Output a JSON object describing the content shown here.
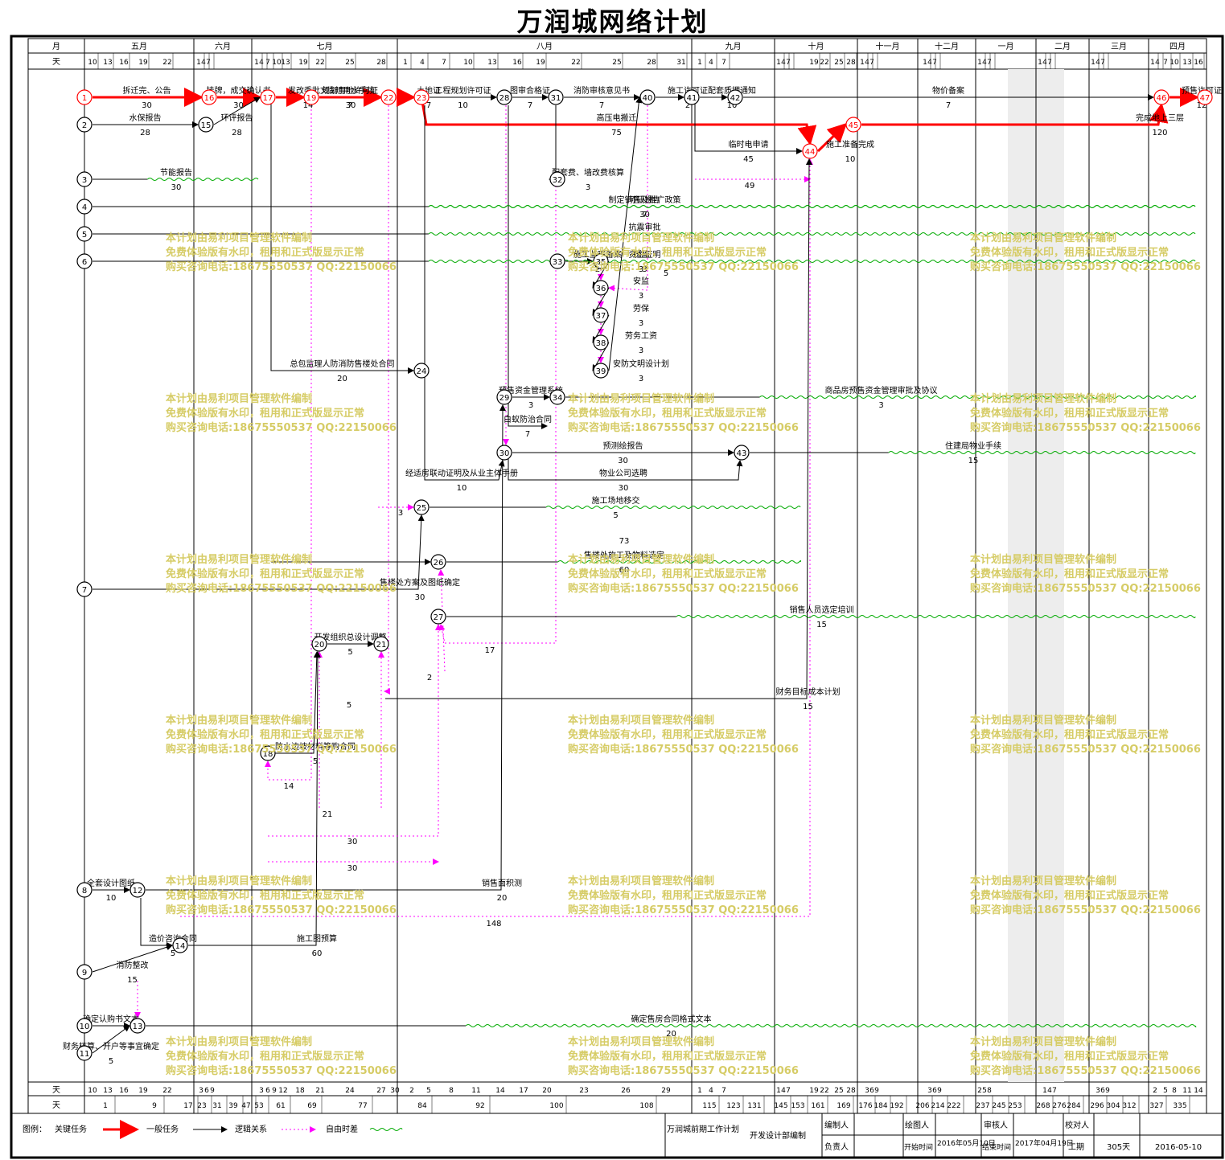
{
  "title": "万润城网络计划",
  "header": {
    "row1_label": "月",
    "row2_label": "天",
    "months": [
      "五月",
      "六月",
      "七月",
      "八月",
      "九月",
      "十月",
      "十一月",
      "十二月",
      "一月",
      "二月",
      "三月",
      "四月"
    ],
    "top_days": [
      "10",
      "13",
      "16",
      "19",
      "22",
      "1",
      "4",
      "7",
      "1",
      "4",
      "7",
      "10",
      "13",
      "19",
      "22",
      "25",
      "28",
      "1",
      "4",
      "7",
      "10",
      "13",
      "16",
      "19",
      "22",
      "25",
      "28",
      "31",
      "1",
      "4",
      "7",
      "1",
      "4",
      "7",
      "19",
      "22",
      "25",
      "28",
      "1",
      "4",
      "7",
      "1",
      "4",
      "7",
      "1",
      "4",
      "7",
      "1",
      "4",
      "7",
      "1",
      "4",
      "7",
      "1",
      "4",
      "7",
      "10",
      "13",
      "16"
    ],
    "bottom_days1": [
      "10",
      "13",
      "16",
      "19",
      "22",
      "3",
      "6",
      "9",
      "3",
      "6",
      "9",
      "12",
      "18",
      "21",
      "24",
      "27",
      "30",
      "2",
      "5",
      "8",
      "11",
      "14",
      "17",
      "20",
      "23",
      "26",
      "29",
      "1",
      "4",
      "7",
      "1",
      "4",
      "7",
      "19",
      "22",
      "25",
      "28",
      "3",
      "6",
      "9",
      "3",
      "6",
      "9",
      "2",
      "5",
      "8",
      "1",
      "4",
      "7",
      "3",
      "6",
      "9",
      "2",
      "5",
      "8",
      "11",
      "14",
      "17"
    ],
    "bottom_days2": [
      "1",
      "9",
      "17",
      "23",
      "31",
      "39",
      "47",
      "53",
      "61",
      "69",
      "77",
      "84",
      "92",
      "100",
      "108",
      "115",
      "123",
      "131",
      "145",
      "153",
      "161",
      "169",
      "176",
      "184",
      "192",
      "206",
      "214",
      "222",
      "237",
      "245",
      "253",
      "268",
      "276",
      "284",
      "296",
      "304",
      "312",
      "327",
      "335"
    ]
  },
  "chart_data": {
    "type": "network",
    "title": "万润城网络计划",
    "tasks": [
      {
        "from": "1",
        "to": "16",
        "name": "拆迁完、公告",
        "duration": "30",
        "critical": true
      },
      {
        "from": "16",
        "to": "17",
        "name": "挂牌，成交确认书",
        "duration": "30",
        "critical": true
      },
      {
        "from": "17",
        "to": "19",
        "name": "发改委批文",
        "duration": "14",
        "critical": true
      },
      {
        "from": "19",
        "to": "22",
        "name": "规划用地许可证",
        "duration": "7",
        "critical": true
      },
      {
        "from": "22",
        "to": "23",
        "name": "土地证",
        "duration": "7",
        "critical": true
      },
      {
        "from": "23",
        "to": "28",
        "name": "工程规划许可证",
        "duration": "10",
        "critical": false
      },
      {
        "from": "28",
        "to": "31",
        "name": "图审合格证",
        "duration": "7",
        "critical": false
      },
      {
        "from": "31",
        "to": "40",
        "name": "消防审核意见书",
        "duration": "7",
        "critical": false
      },
      {
        "from": "40",
        "to": "41",
        "name": "施工许可证",
        "duration": "2",
        "critical": false
      },
      {
        "from": "41",
        "to": "42",
        "name": "配套质押通知",
        "duration": "10",
        "critical": false
      },
      {
        "from": "42",
        "to": "46",
        "name": "物价备案",
        "duration": "7",
        "critical": false
      },
      {
        "from": "46",
        "to": "47",
        "name": "预售许可证",
        "duration": "12",
        "critical": true
      },
      {
        "from": "23",
        "to": "44",
        "name": "高压电搬迁",
        "duration": "75",
        "critical": true
      },
      {
        "from": "44",
        "to": "45",
        "name": "施工准备完成",
        "duration": "10",
        "critical": true
      },
      {
        "from": "45",
        "to": "46",
        "name": "完成地上三层",
        "duration": "120",
        "critical": true
      },
      {
        "from": "41",
        "to": "44",
        "name": "临时电申请",
        "duration": "45",
        "critical": false
      },
      {
        "from": "2",
        "to": "15",
        "name": "水保报告",
        "duration": "28",
        "critical": false
      },
      {
        "from": "15",
        "to": "17",
        "name": "环评报告",
        "duration": "28",
        "critical": false
      },
      {
        "from": "3",
        "to": "17",
        "name": "节能报告",
        "duration": "30",
        "critical": false
      },
      {
        "from": "4",
        "to": "47",
        "name": "制定销售及推广政策",
        "duration": "30",
        "critical": false
      },
      {
        "from": "31",
        "to": "32",
        "name": "配套费、墙改费核算",
        "duration": "3",
        "critical": false
      },
      {
        "from": "33",
        "to": "35",
        "name": "施工监理备案",
        "duration": "2",
        "critical": false
      },
      {
        "from": "35",
        "to": "36",
        "name": "质监",
        "duration": "3",
        "critical": false
      },
      {
        "from": "36",
        "to": "37",
        "name": "安监",
        "duration": "3",
        "critical": false
      },
      {
        "from": "37",
        "to": "38",
        "name": "劳保",
        "duration": "3",
        "critical": false
      },
      {
        "from": "38",
        "to": "39",
        "name": "劳务工资",
        "duration": "3",
        "critical": false
      },
      {
        "from": "39",
        "to": "40",
        "name": "安防文明设计划",
        "duration": "3",
        "critical": false
      },
      {
        "from": "17",
        "to": "24",
        "name": "总包监理人防消防售楼处合同",
        "duration": "20",
        "critical": false
      },
      {
        "from": "29",
        "to": "34",
        "name": "预售资金管理系统",
        "duration": "3",
        "critical": false
      },
      {
        "from": "34",
        "to": "47",
        "name": "商品房预售资金管理审批及协议",
        "duration": "3",
        "critical": false
      },
      {
        "from": "28",
        "to": "30",
        "name": "白蚁防治合同",
        "duration": "7",
        "critical": false
      },
      {
        "from": "30",
        "to": "43",
        "name": "预测绘报告",
        "duration": "30",
        "critical": false
      },
      {
        "from": "30",
        "to": "43",
        "name": "物业公司选聘",
        "duration": "30",
        "critical": false
      },
      {
        "from": "43",
        "to": "47",
        "name": "住建局物业手续",
        "duration": "15",
        "critical": false
      },
      {
        "from": "23",
        "to": "30",
        "name": "经适房联动证明及从业主体手册",
        "duration": "10",
        "critical": false
      },
      {
        "from": "25",
        "to": "44",
        "name": "施工场地移交",
        "duration": "5",
        "critical": false
      },
      {
        "from": "17",
        "to": "26",
        "name": "临时用水手续",
        "duration": "30",
        "critical": false
      },
      {
        "from": "26",
        "to": "44",
        "name": "售楼处施工及物料选定",
        "duration": "60",
        "critical": false
      },
      {
        "from": "7",
        "to": "26",
        "name": "售楼处方案及图纸确定",
        "duration": "30",
        "critical": false
      },
      {
        "from": "27",
        "to": "47",
        "name": "销售人员选定培训",
        "duration": "15",
        "critical": false
      },
      {
        "from": "20",
        "to": "21",
        "name": "开发组织总设计调整",
        "duration": "5",
        "critical": false
      },
      {
        "from": "21",
        "to": "44",
        "name": "财务目标成本计划",
        "duration": "15",
        "critical": false
      },
      {
        "from": "18",
        "to": "20",
        "name": "防水边坡材料等购合同",
        "duration": "5",
        "critical": false
      },
      {
        "from": "8",
        "to": "12",
        "name": "全套设计图纸",
        "duration": "10",
        "critical": false
      },
      {
        "from": "12",
        "to": "29",
        "name": "销售面积测",
        "duration": "20",
        "critical": false
      },
      {
        "from": "12",
        "to": "14",
        "name": "造价咨询合同",
        "duration": "5",
        "critical": false
      },
      {
        "from": "14",
        "to": "20",
        "name": "施工图预算",
        "duration": "60",
        "critical": false
      },
      {
        "from": "9",
        "to": "14",
        "name": "消防整改",
        "duration": "15",
        "critical": false
      },
      {
        "from": "10",
        "to": "13",
        "name": "确定认购书文本",
        "duration": "",
        "critical": false
      },
      {
        "from": "13",
        "to": "47",
        "name": "确定售房合同格式文本",
        "duration": "20",
        "critical": false
      },
      {
        "from": "11",
        "to": "13",
        "name": "财务核算、开户等事宜确定",
        "duration": "5",
        "critical": false
      },
      {
        "from": "5",
        "to": "47",
        "name": "抗震审批",
        "duration": "",
        "critical": false
      },
      {
        "from": "6",
        "to": "47",
        "name": "资金证明",
        "duration": "3",
        "critical": false
      },
      {
        "from": "4",
        "to": "47",
        "name": "可研报告",
        "duration": "7",
        "critical": false
      }
    ],
    "float_labels": [
      "5",
      "73",
      "3",
      "49",
      "148",
      "2",
      "17",
      "14",
      "21",
      "30",
      "30",
      "5"
    ]
  },
  "watermark": {
    "line1": "本计划由易利项目管理软件编制",
    "line2": "免费体验版有水印，租用和正式版显示正常",
    "line3": "购买咨询电话:18675550537 QQ:22150066"
  },
  "legend": {
    "label": "图例：",
    "critical": "关键任务",
    "normal": "一般任务",
    "logic": "逻辑关系",
    "float": "自由时差"
  },
  "footer": {
    "project": "万润城前期工作计划",
    "dept": "开发设计部编制",
    "editor_label": "编制人",
    "drawer_label": "绘图人",
    "reviewer_label": "审核人",
    "checker_label": "校对人",
    "owner_label": "负责人",
    "start_label": "开始时间",
    "start_value": "2016年05月10日",
    "end_label": "结束时间",
    "end_value": "2017年04月19日",
    "duration_label": "工期",
    "duration_value": "305天",
    "date": "2016-05-10"
  },
  "colors": {
    "critical": "#ff0000",
    "normal": "#000000",
    "float": "#00aa00",
    "logic": "#ff00ff",
    "watermark": "#d6cc66"
  }
}
